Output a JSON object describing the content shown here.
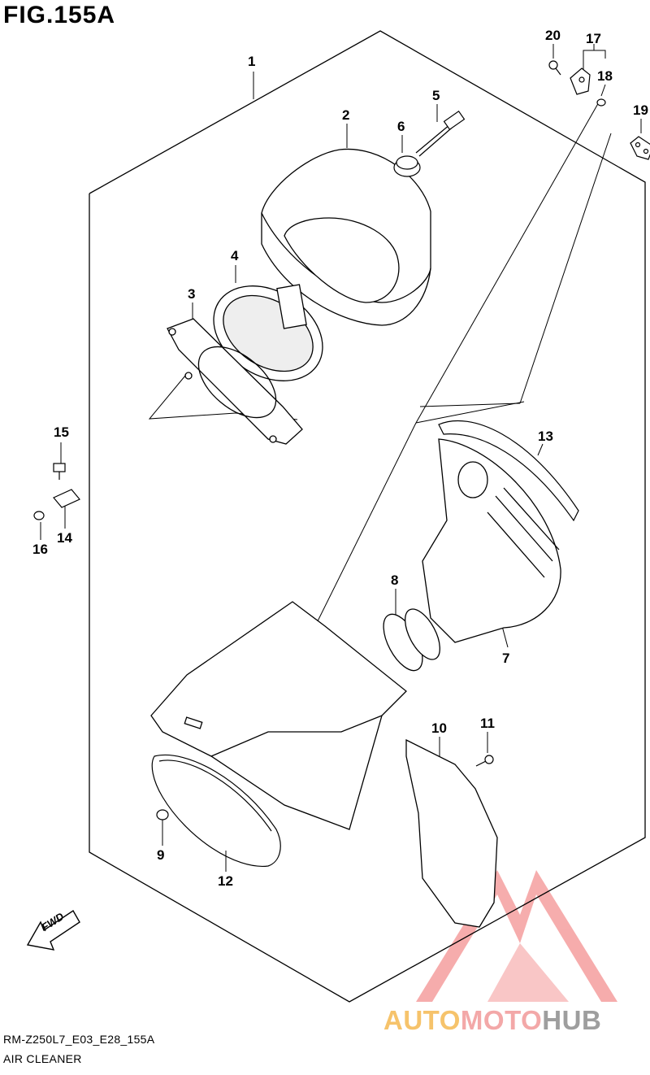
{
  "figure": {
    "title": "FIG.155A",
    "code": "RM-Z250L7_E03_E28_155A",
    "name": "AIR CLEANER"
  },
  "callouts": [
    {
      "id": "callout-1",
      "text": "1"
    },
    {
      "id": "callout-2",
      "text": "2"
    },
    {
      "id": "callout-3",
      "text": "3"
    },
    {
      "id": "callout-4",
      "text": "4"
    },
    {
      "id": "callout-5",
      "text": "5"
    },
    {
      "id": "callout-6",
      "text": "6"
    },
    {
      "id": "callout-7",
      "text": "7"
    },
    {
      "id": "callout-8",
      "text": "8"
    },
    {
      "id": "callout-9",
      "text": "9"
    },
    {
      "id": "callout-10",
      "text": "10"
    },
    {
      "id": "callout-11",
      "text": "11"
    },
    {
      "id": "callout-12",
      "text": "12"
    },
    {
      "id": "callout-13",
      "text": "13"
    },
    {
      "id": "callout-14",
      "text": "14"
    },
    {
      "id": "callout-15",
      "text": "15"
    },
    {
      "id": "callout-16",
      "text": "16"
    },
    {
      "id": "callout-17",
      "text": "17"
    },
    {
      "id": "callout-18",
      "text": "18"
    },
    {
      "id": "callout-19",
      "text": "19"
    },
    {
      "id": "callout-20",
      "text": "20"
    }
  ],
  "fwd_label": "FWD",
  "watermark": {
    "part1": "AUTO",
    "part2": "MOTO",
    "part3": "HUB"
  }
}
